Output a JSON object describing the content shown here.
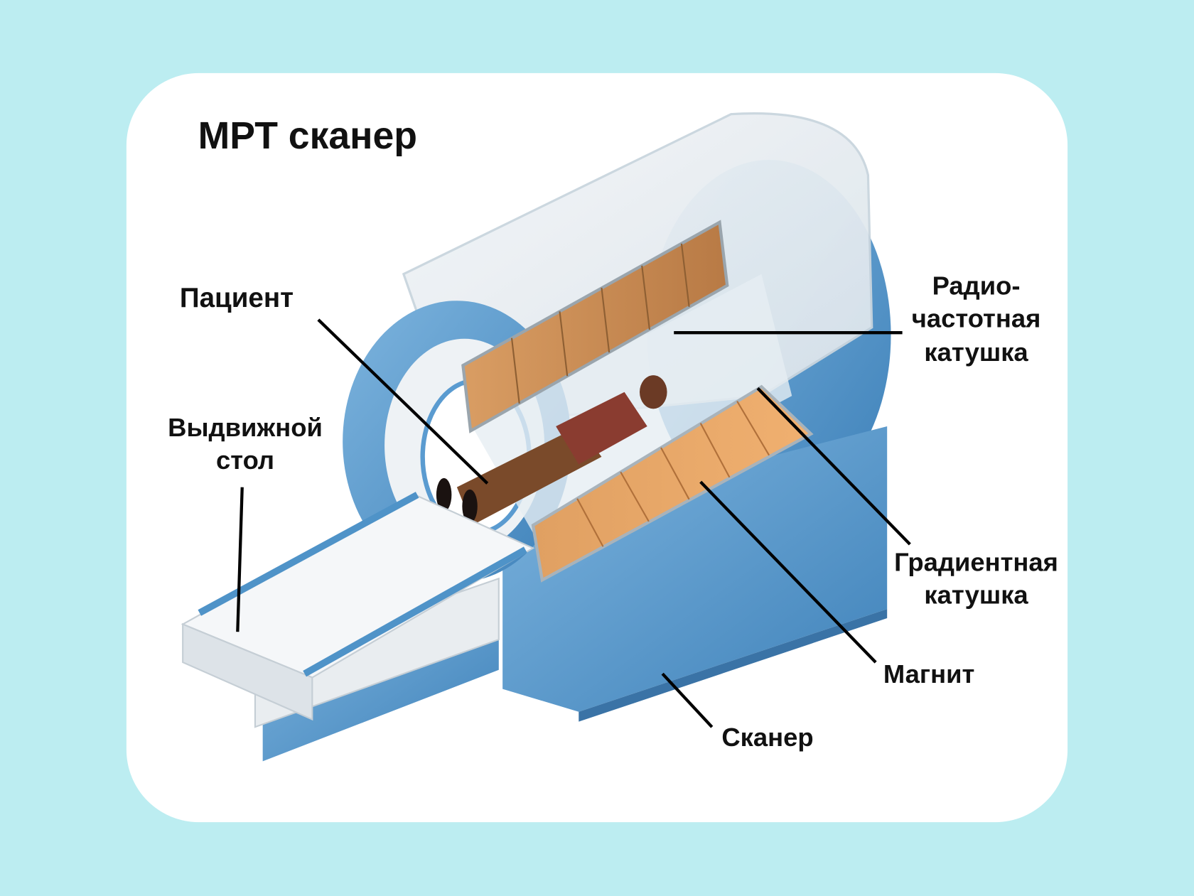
{
  "title": "МРТ сканер",
  "labels": {
    "patient": "Пациент",
    "table_line1": "Выдвижной",
    "table_line2": "стол",
    "rf_line1": "Радио-",
    "rf_line2": "частотная",
    "rf_line3": "катушка",
    "gradient_line1": "Градиентная",
    "gradient_line2": "катушка",
    "magnet": "Магнит",
    "scanner": "Сканер"
  },
  "colors": {
    "background": "#bcedf1",
    "card": "#ffffff",
    "scanner_blue": "#4f93c8",
    "coil_orange": "#e3a062"
  }
}
